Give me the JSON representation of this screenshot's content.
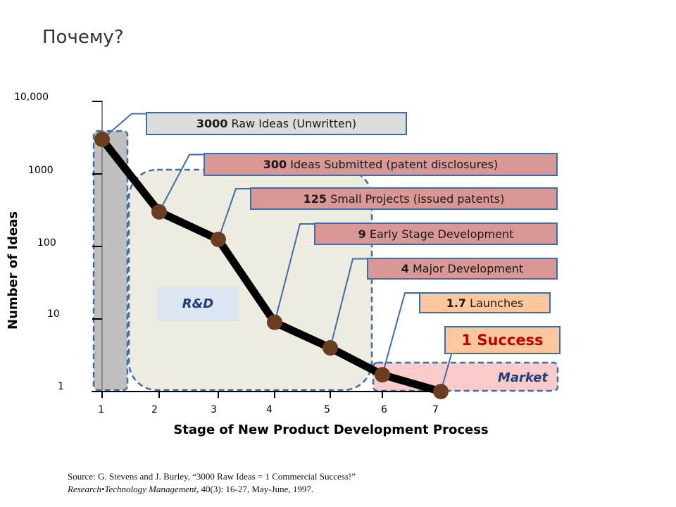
{
  "slide": {
    "title": "Почему?"
  },
  "chart_data": {
    "type": "line",
    "xlabel": "Stage of New Product Development Process",
    "ylabel": "Number of Ideas",
    "yscale": "log",
    "ylim": [
      1,
      10000
    ],
    "xlim": [
      1,
      7
    ],
    "x_ticks": [
      "1",
      "2",
      "3",
      "4",
      "5",
      "6",
      "7"
    ],
    "y_ticks": [
      "10,000",
      "1000",
      "100",
      "10",
      "1"
    ],
    "x": [
      1,
      2,
      3,
      4,
      5,
      6,
      7
    ],
    "values": [
      3000,
      300,
      125,
      9,
      4,
      1.7,
      1
    ],
    "annotations": [
      {
        "num": "3000",
        "text": " Raw Ideas (Unwritten)",
        "style": "gray"
      },
      {
        "num": "300",
        "text": " Ideas Submitted (patent disclosures)",
        "style": "red"
      },
      {
        "num": "125",
        "text": " Small Projects (issued patents)",
        "style": "red"
      },
      {
        "num": "9",
        "text": " Early Stage Development",
        "style": "red"
      },
      {
        "num": "4",
        "text": " Major Development",
        "style": "red"
      },
      {
        "num": "1.7",
        "text": " Launches",
        "style": "peach"
      },
      {
        "num": "",
        "text": "1 Success",
        "style": "success"
      }
    ],
    "regions": {
      "rd": "R&D",
      "market": "Market"
    },
    "colors": {
      "line": "#000000",
      "marker": "#6b3e22",
      "callout_border": "#3d6ea8",
      "gray_fill": "#dcdcdc",
      "red_fill": "#d99795",
      "peach_fill": "#fcc79c",
      "success_text": "#c00000"
    }
  },
  "source": {
    "line1": "Source:  G. Stevens and J. Burley, “3000 Raw Ideas = 1 Commercial Success!”",
    "line2_italic": "Research•Technology Management,",
    "line2_rest": " 40(3): 16-27, May-June, 1997."
  }
}
